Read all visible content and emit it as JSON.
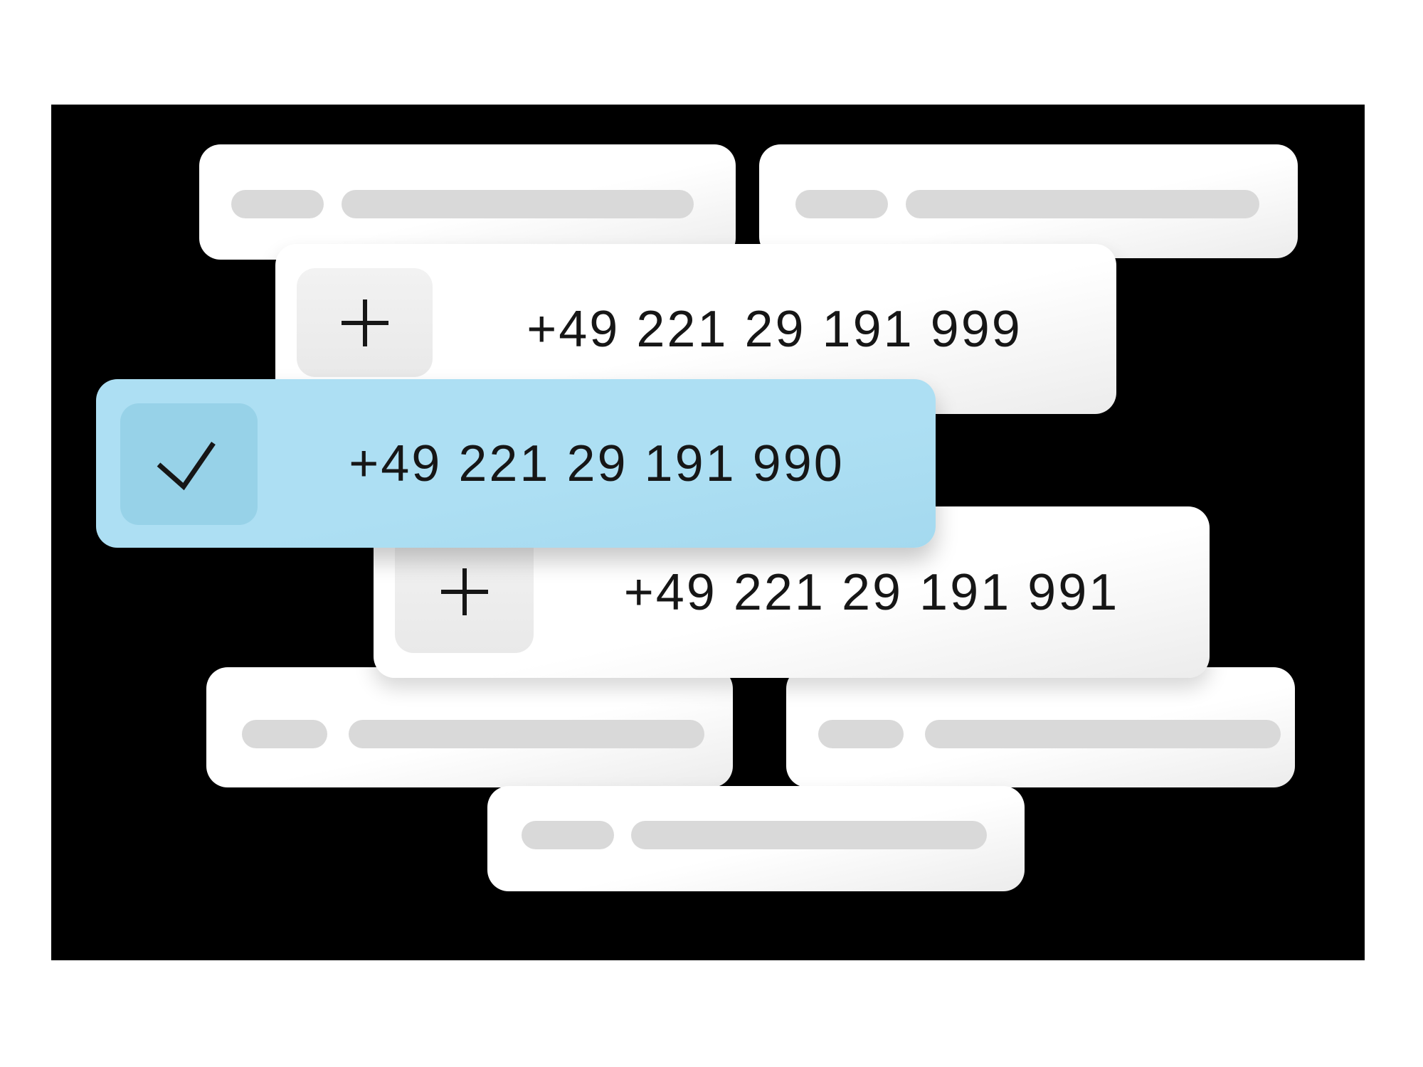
{
  "palette": {
    "page_bg": "#ffffff",
    "backdrop": "#000000",
    "card_top": "#ffffff",
    "card_bottom": "#ececec",
    "pill": "#d9d9d9",
    "tile_top": "#f2f2f2",
    "tile_bottom": "#e9e9e9",
    "selected_bg": "#addff3",
    "selected_tile": "#97d2e8",
    "ink": "#161616"
  },
  "options": [
    {
      "number": "+49 221 29 191 999",
      "state": "available",
      "icon": "plus-icon"
    },
    {
      "number": "+49 221 29 191 990",
      "state": "selected",
      "icon": "check-icon"
    },
    {
      "number": "+49 221 29 191 991",
      "state": "available",
      "icon": "plus-icon"
    }
  ],
  "skeleton_cards": [
    {
      "position": "top-left",
      "pill_count": 2
    },
    {
      "position": "top-right",
      "pill_count": 2
    },
    {
      "position": "bottom-left",
      "pill_count": 2
    },
    {
      "position": "bottom-right",
      "pill_count": 2
    },
    {
      "position": "bottom-center",
      "pill_count": 2
    }
  ]
}
